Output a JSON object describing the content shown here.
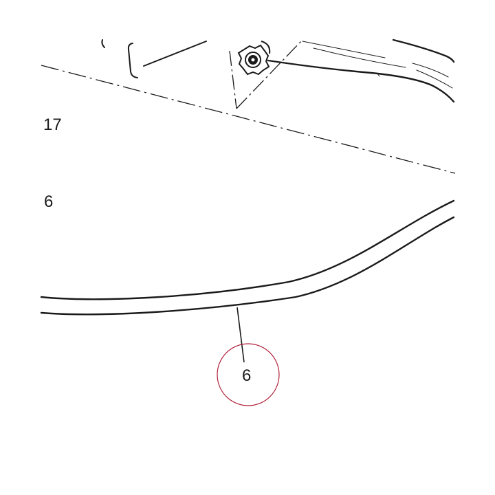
{
  "labels": {
    "part_17": "17",
    "part_6_left": "6",
    "part_6_callout": "6"
  },
  "colors": {
    "line": "#1a1a1a",
    "callout_circle": "#b0203a",
    "background": "#ffffff"
  }
}
